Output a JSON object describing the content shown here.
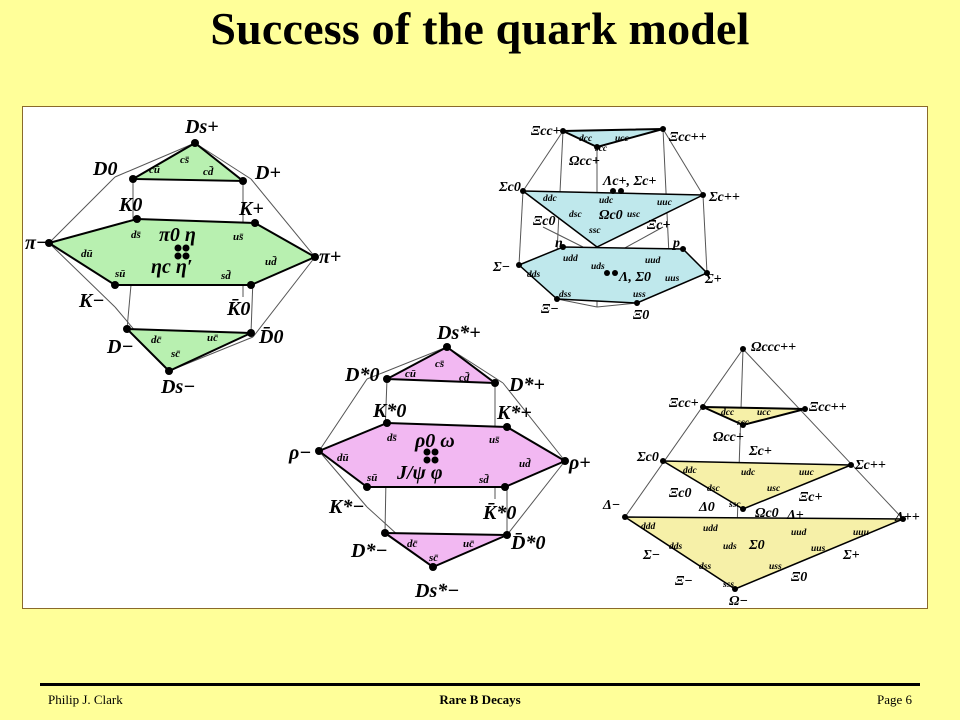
{
  "slide": {
    "title": "Success of the quark model",
    "footer_author": "Philip J. Clark",
    "footer_center": "Rare B Decays",
    "footer_page": "Page 6"
  },
  "colors": {
    "background": "#ffff99",
    "pseudoscalar_fill": "#b8f0b0",
    "vector_fill": "#f2b8f2",
    "baryon_half_fill": "#bfe8ec",
    "baryon_decuplet_fill": "#f6f0a8",
    "line": "#000000"
  },
  "multiplets": {
    "pseudoscalar": {
      "top": "Ds+",
      "top_q": "cs̄",
      "upper_left": "D0",
      "upper_right": "D+",
      "upper_left_q": "cū",
      "upper_right_q": "cd̄",
      "k0": "K0",
      "kplus": "K+",
      "k0_q": "ds̄",
      "kplus_q": "us̄",
      "left": "π−",
      "right": "π+",
      "left_q": "dū",
      "right_q": "ud̄",
      "center_top": "π0  η",
      "center_bottom": "ηc  η′",
      "kminus": "K−",
      "k0bar": "K̄0",
      "kminus_q": "sū",
      "k0bar_q": "sd̄",
      "lower_left": "D−",
      "lower_right": "D̄0",
      "lower_left_q": "dc̄",
      "lower_right_q": "uc̄",
      "bottom": "Ds−",
      "bottom_q": "sc̄"
    },
    "vector": {
      "top": "Ds*+",
      "top_q": "cs̄",
      "upper_left": "D*0",
      "upper_right": "D*+",
      "upper_left_q": "cū",
      "upper_right_q": "cd̄",
      "k0": "K*0",
      "kplus": "K*+",
      "k0_q": "ds̄",
      "kplus_q": "us̄",
      "left": "ρ−",
      "right": "ρ+",
      "left_q": "dū",
      "right_q": "ud̄",
      "center_top": "ρ0  ω",
      "center_bottom": "J/ψ  φ",
      "kminus": "K*−",
      "k0bar": "K̄*0",
      "kminus_q": "sū",
      "k0bar_q": "sd̄",
      "lower_left": "D*−",
      "lower_right": "D̄*0",
      "lower_left_q": "dc̄",
      "lower_right_q": "uc̄",
      "bottom": "Ds*−",
      "bottom_q": "sc̄"
    },
    "baryon_half": {
      "top_left": "Ξcc+",
      "top_right": "Ξcc++",
      "top_q1": "dcc",
      "top_q2": "ucc",
      "top_q3": "scc",
      "omega_cc": "Ωcc+",
      "lambda_sigma_c": "Λc+, Σc+",
      "mid_left": "Σc0",
      "mid_right": "Σc++",
      "mid_q": [
        "ddc",
        "udc",
        "uuc",
        "dsc",
        "usc",
        "ssc"
      ],
      "xi_c0": "Ξc0",
      "omega_c0": "Ωc0",
      "xi_c_plus": "Ξc+",
      "n": "n",
      "p": "p",
      "bot_left": "Σ−",
      "bot_right": "Σ+",
      "bot_q": [
        "dds",
        "udd",
        "uud",
        "uds",
        "uus",
        "dss",
        "uss"
      ],
      "lambda_sigma": "Λ, Σ0",
      "xi_minus": "Ξ−",
      "xi_zero": "Ξ0"
    },
    "baryon_decuplet": {
      "apex": "Ωccc++",
      "top_left": "Ξcc+",
      "top_right": "Ξcc++",
      "top_q": [
        "dcc",
        "ucc",
        "scc"
      ],
      "omega_cc": "Ωcc+",
      "mid_left": "Σc0",
      "mid_right": "Σc++",
      "sigma_c_plus": "Σc+",
      "mid_q": [
        "ddc",
        "udc",
        "uuc",
        "dsc",
        "usc",
        "ssc"
      ],
      "xi_c0": "Ξc0",
      "xi_c_plus": "Ξc+",
      "omega_c0": "Ωc0",
      "delta_minus": "Δ−",
      "delta_pp": "Δ++",
      "delta0": "Δ0",
      "delta_plus": "Δ+",
      "bot_q": [
        "ddd",
        "udd",
        "uud",
        "uuu",
        "dds",
        "uds",
        "uus",
        "dss",
        "uss",
        "sss"
      ],
      "sigma_minus": "Σ−",
      "sigma0": "Σ0",
      "sigma_plus": "Σ+",
      "xi_minus": "Ξ−",
      "xi_zero": "Ξ0",
      "omega_minus": "Ω−"
    }
  }
}
